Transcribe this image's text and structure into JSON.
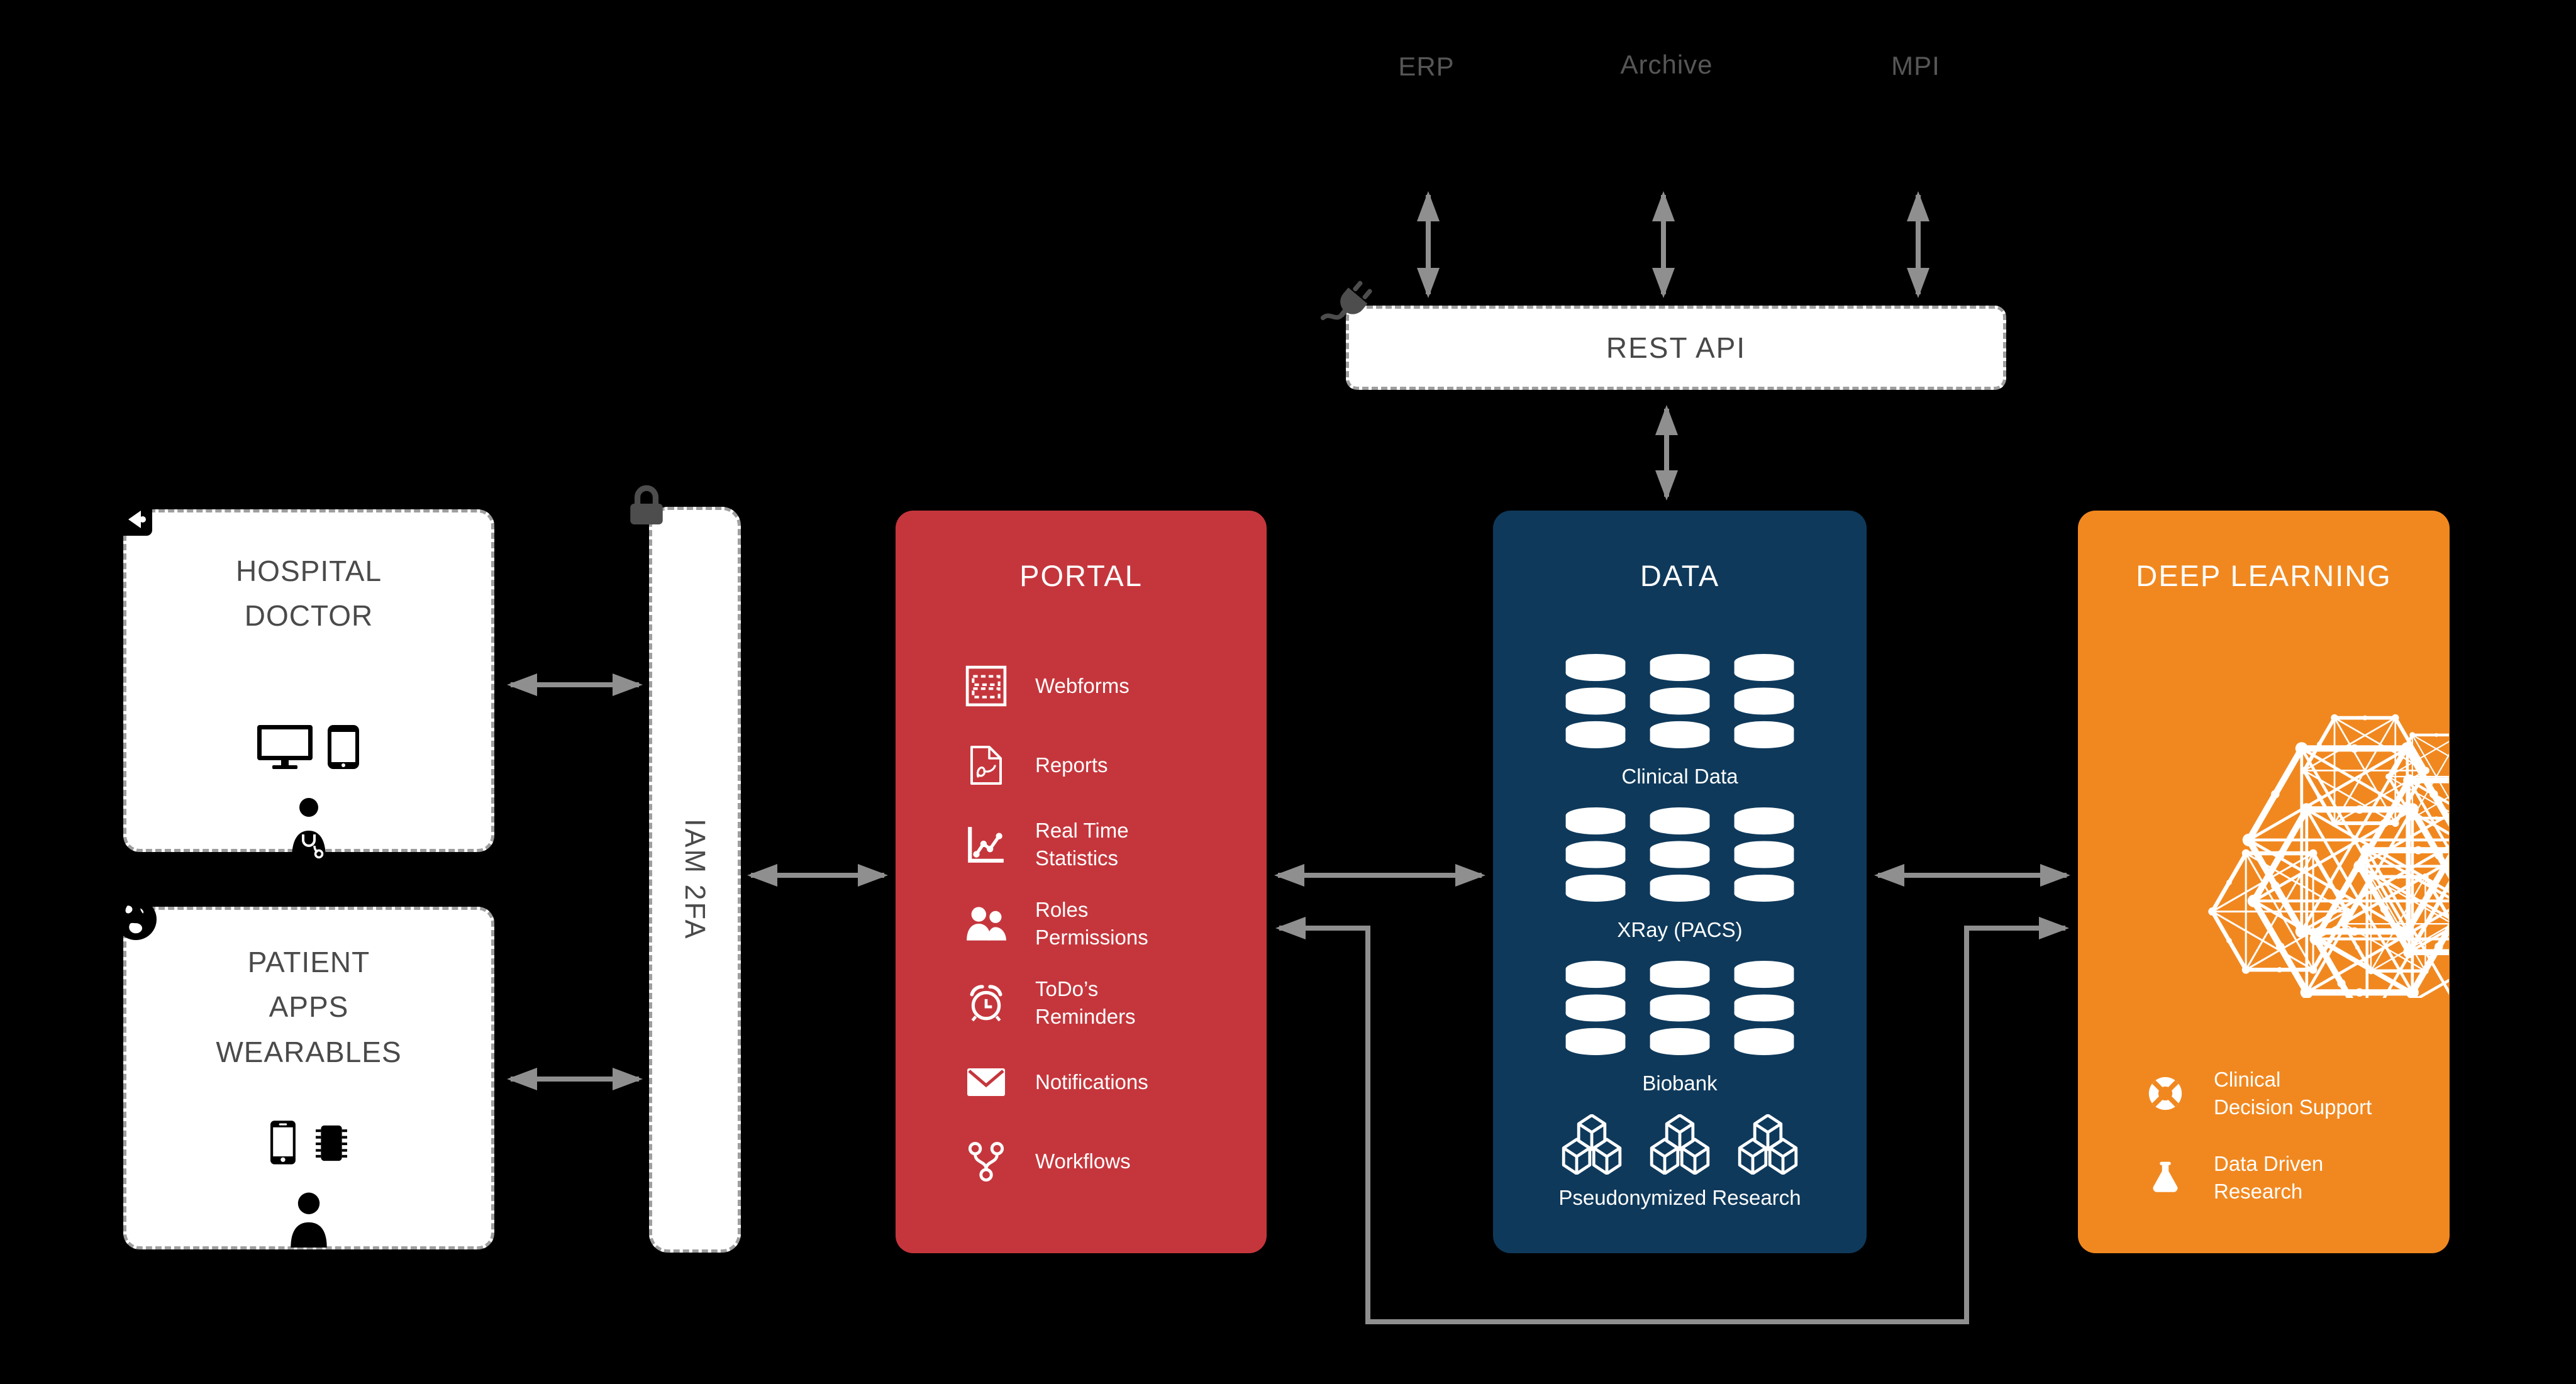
{
  "external": {
    "erp": "ERP",
    "archive": "Archive",
    "mpi": "MPI"
  },
  "rest_api": {
    "label": "REST API"
  },
  "hospital": {
    "title": "HOSPITAL\nDOCTOR"
  },
  "patient": {
    "title": "PATIENT\nAPPS\nWEARABLES"
  },
  "iam": {
    "label": "IAM 2FA"
  },
  "portal": {
    "title": "PORTAL",
    "items": [
      {
        "icon": "webforms-icon",
        "label": "Webforms"
      },
      {
        "icon": "pdf-report-icon",
        "label": "Reports"
      },
      {
        "icon": "realtime-stats-icon",
        "label": "Real Time\nStatistics"
      },
      {
        "icon": "roles-permissions-icon",
        "label": "Roles\nPermissions"
      },
      {
        "icon": "alarm-clock-icon",
        "label": "ToDo’s\nReminders"
      },
      {
        "icon": "envelope-icon",
        "label": "Notifications"
      },
      {
        "icon": "workflow-branch-icon",
        "label": "Workflows"
      }
    ]
  },
  "data": {
    "title": "DATA",
    "groups": [
      {
        "icon": "database-icon",
        "label": "Clinical Data"
      },
      {
        "icon": "database-icon",
        "label": "XRay (PACS)"
      },
      {
        "icon": "database-icon",
        "label": "Biobank"
      },
      {
        "icon": "cubes-icon",
        "label": "Pseudonymized Research"
      }
    ]
  },
  "deep_learning": {
    "title": "DEEP LEARNING",
    "items": [
      {
        "icon": "lifebuoy-icon",
        "label": "Clinical\nDecision Support"
      },
      {
        "icon": "flask-icon",
        "label": "Data Driven\nResearch"
      }
    ]
  },
  "colors": {
    "portal_red": "#C5363C",
    "data_navy": "#0E395B",
    "deep_learning_orange": "#F1881F",
    "arrow_gray": "#8F8F8F",
    "dashed_border_gray": "#9E9E9E",
    "text_dark_gray": "#4A4A4A",
    "background_black": "#000000"
  }
}
